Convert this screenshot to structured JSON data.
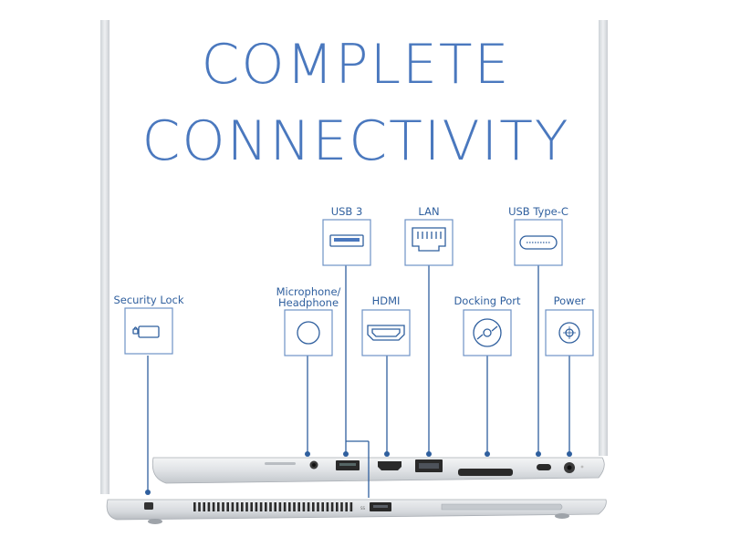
{
  "headline": {
    "line1": "COMPLETE",
    "line2": "CONNECTIVITY",
    "color": "#4a78be"
  },
  "ports": [
    {
      "label": "Security Lock",
      "icon": "lock-icon"
    },
    {
      "label": "Microphone/",
      "label2": "Headphone",
      "icon": "audio-jack-icon"
    },
    {
      "label": "USB 3",
      "icon": "usb-a-icon"
    },
    {
      "label": "HDMI",
      "icon": "hdmi-icon"
    },
    {
      "label": "LAN",
      "icon": "ethernet-icon"
    },
    {
      "label": "Docking Port",
      "icon": "docking-port-icon"
    },
    {
      "label": "USB Type-C",
      "icon": "usb-c-icon"
    },
    {
      "label": "Power",
      "icon": "power-jack-icon"
    }
  ],
  "colors": {
    "line": "#2f5f9e",
    "box_border": "#6f93c6",
    "chassis": "#d9dde2"
  }
}
